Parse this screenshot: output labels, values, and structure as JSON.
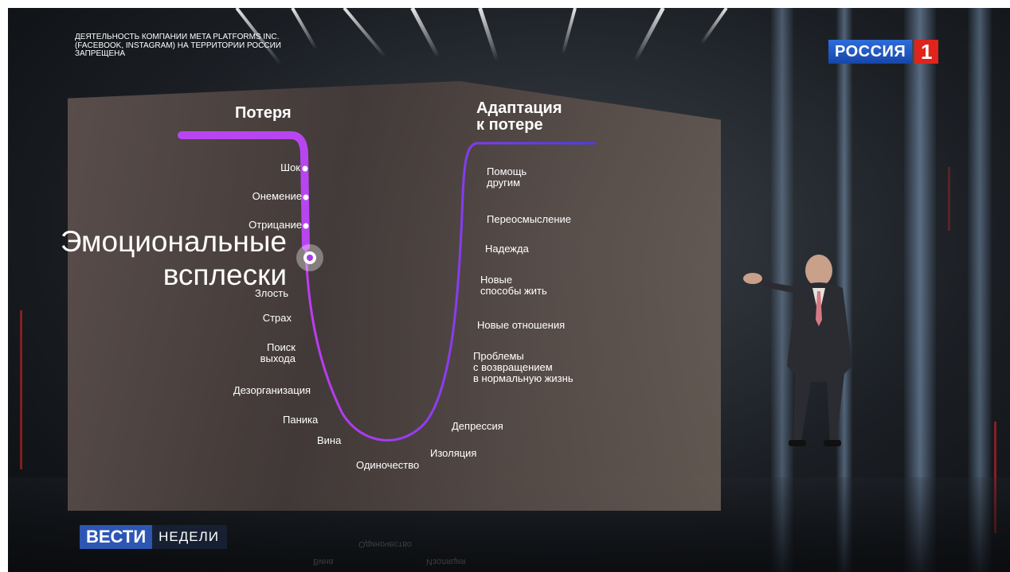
{
  "disclaimer": "ДЕЯТЕЛЬНОСТЬ КОМПАНИИ META PLATFORMS INC.\n(FACEBOOK, INSTAGRAM) НА ТЕРРИТОРИИ РОССИИ\nЗАПРЕЩЕНА",
  "channel_logo": {
    "name": "РОССИЯ",
    "number": "1"
  },
  "program_logo": {
    "part1": "ВЕСТИ",
    "part2": "НЕДЕЛИ"
  },
  "board": {
    "left_title": "Потеря",
    "right_title": "Адаптация\nк потере",
    "highlight_label": "Эмоциональные\nвсплески",
    "left_labels": {
      "shock": "Шок",
      "numbness": "Онемение",
      "denial": "Отрицание",
      "anger": "Злость",
      "fear": "Страх",
      "search": "Поиск\nвыхода",
      "disorganization": "Дезорганизация",
      "panic": "Паника",
      "guilt": "Вина",
      "loneliness": "Одиночество"
    },
    "right_labels": {
      "isolation": "Изоляция",
      "depression": "Депрессия",
      "return_problems": "Проблемы\nс возвращением\nв нормальную жизнь",
      "new_relations": "Новые отношения",
      "new_ways": "Новые\nспособы жить",
      "hope": "Надежда",
      "rethinking": "Переосмысление",
      "helping": "Помощь\nдругим"
    }
  },
  "floor_reflection": {
    "line1": "Одиночество",
    "line2": "Вина",
    "line3": "Изоляция"
  },
  "colors": {
    "curve_start": "#c03cf0",
    "curve_end": "#4a3cf0",
    "channel_blue": "#2e6ddb",
    "channel_red": "#e0241b",
    "program_blue": "#2d56b4"
  },
  "scene": {
    "presenter": "presenter-figure"
  }
}
